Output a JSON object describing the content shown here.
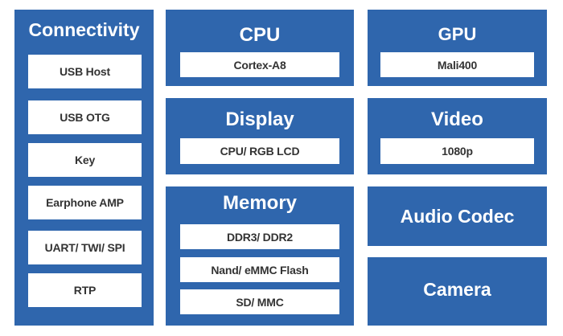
{
  "connectivity": {
    "title": "Connectivity",
    "items": [
      "USB Host",
      "USB OTG",
      "Key",
      "Earphone AMP",
      "UART/ TWI/ SPI",
      "RTP"
    ]
  },
  "cpu": {
    "title": "CPU",
    "items": [
      "Cortex-A8"
    ]
  },
  "display": {
    "title": "Display",
    "items": [
      "CPU/ RGB LCD"
    ]
  },
  "memory": {
    "title": "Memory",
    "items": [
      "DDR3/ DDR2",
      "Nand/ eMMC Flash",
      "SD/ MMC"
    ]
  },
  "gpu": {
    "title": "GPU",
    "items": [
      "Mali400"
    ]
  },
  "video": {
    "title": "Video",
    "items": [
      "1080p"
    ]
  },
  "audio": {
    "title": "Audio Codec"
  },
  "camera": {
    "title": "Camera"
  },
  "colors": {
    "block": "#2f66ad",
    "chip": "#ffffff",
    "chip_text": "#333333",
    "title_text": "#ffffff"
  }
}
